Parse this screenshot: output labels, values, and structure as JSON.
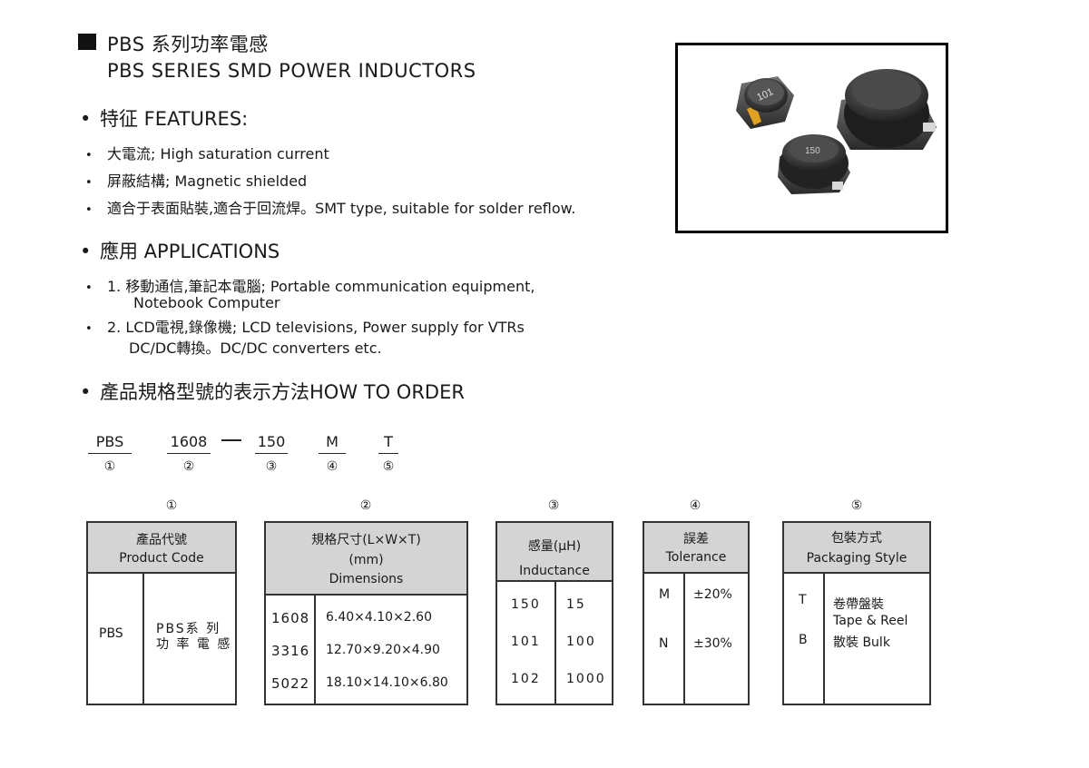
{
  "header": {
    "title_cn": "PBS 系列功率電感",
    "title_en": "PBS SERIES SMD POWER INDUCTORS"
  },
  "features": {
    "heading": "特征 FEATURES:",
    "items": [
      "大電流; High saturation current",
      "屏蔽結構; Magnetic shielded",
      "適合于表面貼裝,適合于回流焊。SMT type, suitable for solder reflow."
    ]
  },
  "applications": {
    "heading": "應用 APPLICATIONS",
    "items": [
      {
        "line1": "1. 移動通信,筆記本電腦; Portable communication equipment,",
        "line2": "Notebook Computer"
      },
      {
        "line1": "2. LCD電視,錄像機; LCD televisions, Power supply for VTRs",
        "line2": "DC/DC轉換。DC/DC converters etc."
      }
    ]
  },
  "order": {
    "heading": "產品規格型號的表示方法HOW TO ORDER",
    "codes": [
      {
        "value": "PBS",
        "num": "①"
      },
      {
        "value": "1608",
        "num": "②"
      },
      {
        "value": "150",
        "num": "③"
      },
      {
        "value": "M",
        "num": "④"
      },
      {
        "value": "T",
        "num": "⑤"
      }
    ]
  },
  "tables": {
    "t1": {
      "num": "①",
      "title_cn": "產品代號",
      "title_en": "Product Code",
      "code": "PBS",
      "desc_line1": "PBS系 列",
      "desc_line2": "功 率 電 感"
    },
    "t2": {
      "num": "②",
      "title_cn": "規格尺寸(L×W×T)",
      "unit": "(mm)",
      "title_en": "Dimensions",
      "rows": [
        {
          "code": "1608",
          "dim": "6.40×4.10×2.60"
        },
        {
          "code": "3316",
          "dim": "12.70×9.20×4.90"
        },
        {
          "code": "5022",
          "dim": "18.10×14.10×6.80"
        }
      ]
    },
    "t3": {
      "num": "③",
      "title_cn": "感量(μH)",
      "title_en": "Inductance",
      "rows": [
        {
          "code": "150",
          "value": "15"
        },
        {
          "code": "101",
          "value": "100"
        },
        {
          "code": "102",
          "value": "1000"
        }
      ]
    },
    "t4": {
      "num": "④",
      "title_cn": "誤差",
      "title_en": "Tolerance",
      "rows": [
        {
          "code": "M",
          "value": "±20%"
        },
        {
          "code": "N",
          "value": "±30%"
        }
      ]
    },
    "t5": {
      "num": "⑤",
      "title_cn": "包裝方式",
      "title_en": "Packaging Style",
      "rows": [
        {
          "code": "T",
          "value_cn": "卷帶盤裝",
          "value_en": "Tape & Reel"
        },
        {
          "code": "B",
          "value": "散裝 Bulk"
        }
      ]
    }
  },
  "photo": {
    "marking_small": "101",
    "marking_mid": "150"
  }
}
